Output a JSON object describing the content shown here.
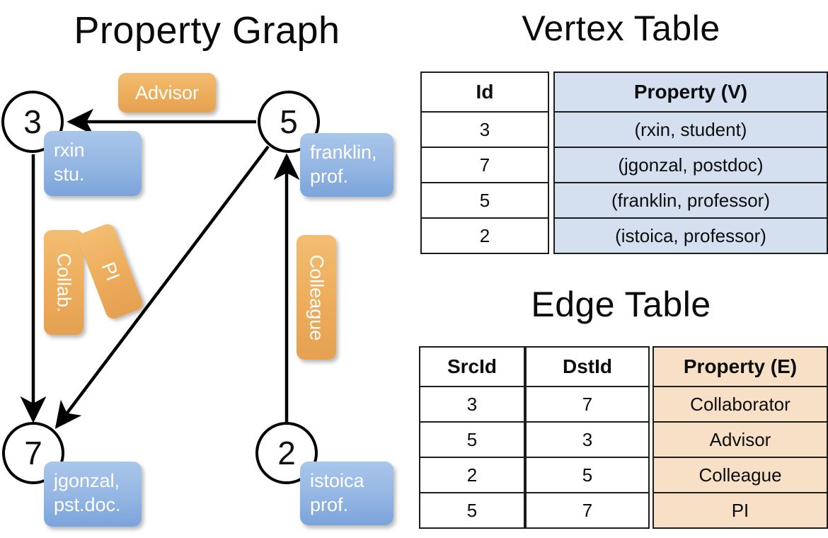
{
  "titles": {
    "property_graph": "Property Graph",
    "vertex_table": "Vertex Table",
    "edge_table": "Edge Table"
  },
  "colors": {
    "vertex_property_fill": "#d4dff0",
    "edge_property_fill": "#f8e0c6",
    "vertex_box_blue": "#98b9e4",
    "edge_label_orange": "#eeae5c",
    "stroke": "#000000",
    "background": "#ffffff"
  },
  "graph": {
    "nodes": [
      {
        "id": "3",
        "property_line1": "rxin",
        "property_line2": "stu."
      },
      {
        "id": "5",
        "property_line1": "franklin,",
        "property_line2": "prof."
      },
      {
        "id": "7",
        "property_line1": "jgonzal,",
        "property_line2": "pst.doc."
      },
      {
        "id": "2",
        "property_line1": "istoica",
        "property_line2": "prof."
      }
    ],
    "edge_labels": [
      {
        "name": "advisor",
        "text": "Advisor"
      },
      {
        "name": "collab",
        "text": "Collab."
      },
      {
        "name": "pi",
        "text": "PI"
      },
      {
        "name": "colleague",
        "text": "Colleague"
      }
    ],
    "edges": [
      {
        "src": "5",
        "dst": "3",
        "label": "Advisor"
      },
      {
        "src": "3",
        "dst": "7",
        "label": "Collab."
      },
      {
        "src": "5",
        "dst": "7",
        "label": "PI"
      },
      {
        "src": "2",
        "dst": "5",
        "label": "Colleague"
      }
    ]
  },
  "vertex_table": {
    "headers": [
      "Id",
      "Property (V)"
    ],
    "rows": [
      {
        "id": "3",
        "property": "(rxin, student)"
      },
      {
        "id": "7",
        "property": "(jgonzal, postdoc)"
      },
      {
        "id": "5",
        "property": "(franklin, professor)"
      },
      {
        "id": "2",
        "property": "(istoica, professor)"
      }
    ]
  },
  "edge_table": {
    "headers": [
      "SrcId",
      "DstId",
      "Property (E)"
    ],
    "rows": [
      {
        "src": "3",
        "dst": "7",
        "property": "Collaborator"
      },
      {
        "src": "5",
        "dst": "3",
        "property": "Advisor"
      },
      {
        "src": "2",
        "dst": "5",
        "property": "Colleague"
      },
      {
        "src": "5",
        "dst": "7",
        "property": "PI"
      }
    ]
  }
}
